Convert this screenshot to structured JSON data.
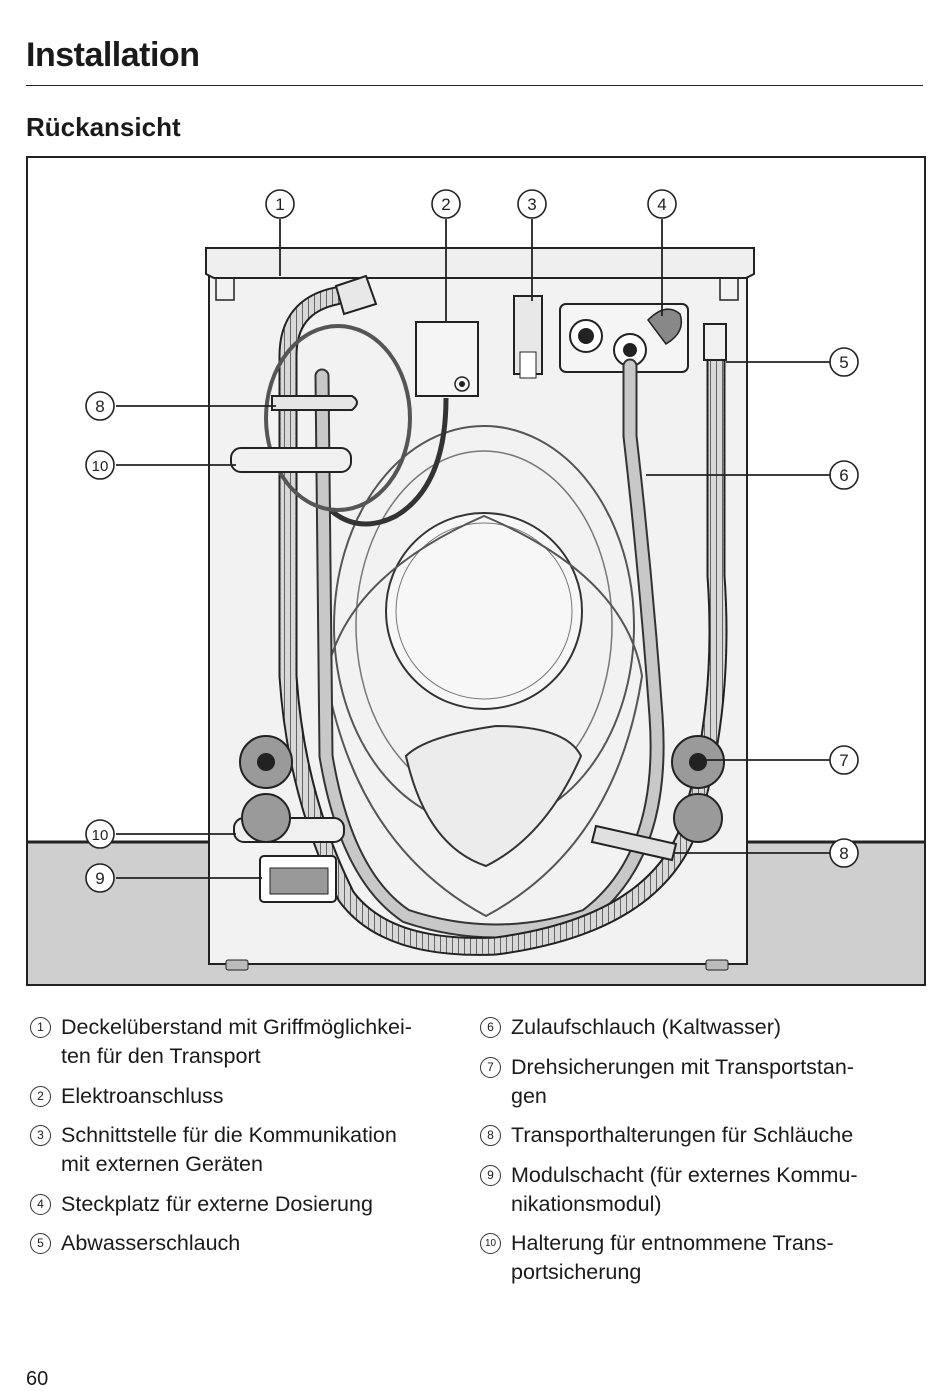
{
  "header": {
    "title": "Installation"
  },
  "section": {
    "title": "Rückansicht"
  },
  "figure": {
    "callouts": [
      {
        "num": "1"
      },
      {
        "num": "2"
      },
      {
        "num": "3"
      },
      {
        "num": "4"
      },
      {
        "num": "5"
      },
      {
        "num": "6"
      },
      {
        "num": "7"
      },
      {
        "num": "8"
      },
      {
        "num": "9"
      },
      {
        "num": "10"
      },
      {
        "num": "8"
      },
      {
        "num": "10"
      }
    ]
  },
  "legend": {
    "left": [
      {
        "num": "1",
        "text": "Deckelüberstand mit Griffmöglichkei-\nten für den Transport"
      },
      {
        "num": "2",
        "text": "Elektroanschluss"
      },
      {
        "num": "3",
        "text": "Schnittstelle für die Kommunikation\nmit externen Geräten"
      },
      {
        "num": "4",
        "text": "Steckplatz für externe Dosierung"
      },
      {
        "num": "5",
        "text": "Abwasserschlauch"
      }
    ],
    "right": [
      {
        "num": "6",
        "text": "Zulaufschlauch (Kaltwasser)"
      },
      {
        "num": "7",
        "text": "Drehsicherungen mit Transportstan-\ngen"
      },
      {
        "num": "8",
        "text": "Transporthalterungen für Schläuche"
      },
      {
        "num": "9",
        "text": "Modulschacht (für externes Kommu-\nnikationsmodul)"
      },
      {
        "num": "10",
        "text": "Halterung für entnommene Trans-\nportsicherung"
      }
    ]
  },
  "footer": {
    "page_number": "60"
  }
}
